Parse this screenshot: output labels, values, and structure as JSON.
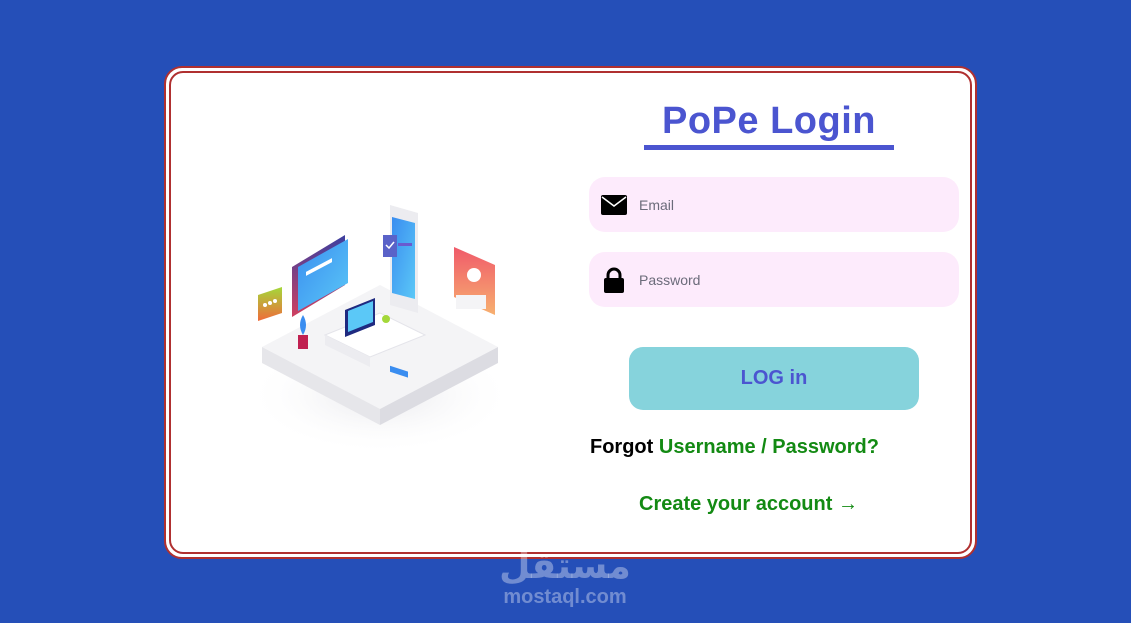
{
  "page": {
    "title": "PoPe Login",
    "background_color": "#254fb8",
    "accent_color": "#4b55d0",
    "border_color": "#b03030",
    "link_color": "#138a13"
  },
  "illustration": {
    "alt": "isometric office workspace illustration"
  },
  "form": {
    "email": {
      "placeholder": "Email",
      "value": "",
      "icon": "envelope-icon"
    },
    "password": {
      "placeholder": "Password",
      "value": "",
      "icon": "lock-icon"
    },
    "login_label": "LOG in",
    "forgot_prefix": "Forgot",
    "forgot_link": "Username / Password?",
    "create_account": "Create your account →"
  },
  "watermark": {
    "arabic": "مستقل",
    "latin": "mostaql.com"
  }
}
